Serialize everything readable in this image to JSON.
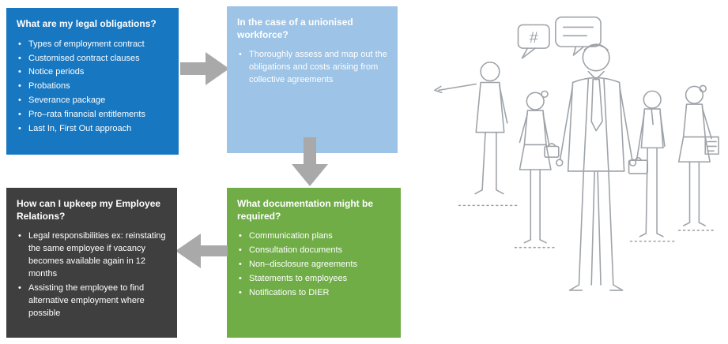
{
  "boxes": {
    "legal": {
      "title": "What are my legal obligations?",
      "items": [
        "Types of employment contract",
        "Customised contract clauses",
        "Notice periods",
        "Probations",
        "Severance package",
        "Pro–rata financial entitlements",
        "Last In, First Out approach"
      ]
    },
    "union": {
      "title": "In the case of a unionised workforce?",
      "items": [
        "Thoroughly assess and map out the obligations and costs arising from collective agreements"
      ]
    },
    "documentation": {
      "title": "What documentation might be required?",
      "items": [
        "Communication plans",
        "Consultation documents",
        "Non–disclosure agreements",
        "Statements to employees",
        "Notifications to DIER"
      ]
    },
    "relations": {
      "title": "How can I upkeep my Employee Relations?",
      "items": [
        "Legal responsibilities ex: reinstating the same employee if vacancy becomes available again in 12 months",
        "Assisting the employee to find alternative employment where possible"
      ]
    }
  },
  "illustration": {
    "speech_bubble_hash": "#"
  },
  "colors": {
    "blue": "#1777C1",
    "lightblue": "#9DC3E6",
    "green": "#70AD47",
    "dark": "#3F3F3F",
    "arrow": "#A9A9A9",
    "line": "#9EA3A8"
  }
}
